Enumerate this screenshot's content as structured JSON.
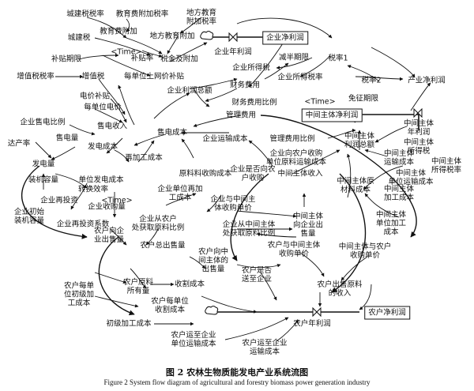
{
  "nodes": {
    "chengjian_shuilv": "城建税税率",
    "jiaoyu_fujia_shuilv": "教育费附加税率",
    "difang_jiaoyu_fujia_shuilv": "地方教育\n附加税率",
    "chengjian_shui": "城建税",
    "jiaoyufei_fujia": "教育费附加",
    "difang_jiaoyu_fujia": "地方教育附加",
    "qiye_jinglirun": "企业净利润",
    "time_1": "<Time>",
    "butie_qixian": "补贴期限",
    "butie_lv": "补贴率",
    "shuijin_fujia": "税金及附加",
    "qiye_nian_lirun": "企业年利润",
    "jianban_qixian": "减半期限",
    "shuilv_1": "税率1",
    "zengzhishui_shuilv": "增值税税率",
    "zengzhishui": "增值税",
    "danwei_jiawei_butie": "每单位上网价补贴",
    "qiye_suodeshui": "企业所得税",
    "qiye_suodeshui_lv": "企业所得税率",
    "shuilv_2": "税率2",
    "chanye_jinglirun": "产业净利润",
    "dianjia_butie": "电价补贴",
    "qiye_lirun_zonge": "企业利润总额",
    "caiwu_feiyong": "财务费用",
    "time_2": "<Time>",
    "mianzheng_qixian": "免征期限",
    "danwei_dianjia": "每单位电价",
    "caiwu_feiyong_bili": "财务费用比例",
    "zhongjian_jinglirun": "中间主体净利润",
    "qiye_shoudian_bili": "企业售电比例",
    "shoudian_shouru": "售电收入",
    "guanli_feiyong": "管理费用",
    "zhongjian_nian_lirun": "中间主体\n年利润",
    "shoudian_liang": "售电量",
    "shoudian_chengben": "售电成本",
    "qiye_yunshu_chengben": "企业运输成本",
    "guanli_feiyong_bili": "管理费用比例",
    "zhongjian_lirun_zonge": "中间主体\n利润总额",
    "zhongjian_suodeshui": "中间主体\n所得税",
    "dachan_lv": "达产率",
    "fadian_chengben": "发电成本",
    "zhongjian_suodeshui_lv": "中间主体\n所得税率",
    "zhongjian_yunshu_chengben": "中间主体\n运输成本",
    "fadian_liang": "发电量",
    "zai_jiagong_chengben": "再加工成本",
    "qiye_xiang_nonghu_danwei_yunshu": "企业向农户收购\n单位原料运输成本",
    "zhongjian_danwei_yunshu": "中间主体\n单位运输成本",
    "yuanliao_shougou_chengben": "原料料收购成本",
    "shifou_xiang_nonghu": "企业是否向农\n户收购",
    "zhongjian_zhuti_shouru": "中间主体收入",
    "zhongjian_yuanliao_chengben": "中间主体原\n材料成本",
    "zhuangji_rongliang": "装机容量",
    "danwei_fadian_chengben": "单位发电成本",
    "zhuanhuan_xiaolv": "转换效率",
    "qiye_danwei_zaijiagong": "企业单位再加\n工成本",
    "zhongjian_jiagong_chengben": "中间主体\n加工成本",
    "qiye_zaitouzi": "企业再投资",
    "time_3": "<Time>",
    "qiye_yu_zhongjian_danjia": "企业与中间主\n体收购单价",
    "zhongjian_danwei_jiagong": "中间主体\n单位加工\n成本",
    "qiye_chushi_zhuangji": "企业初始\n装机容量",
    "qiye_zaitouzi_xishu": "企业再投资系数",
    "qiye_shougou_liang": "企业收购量",
    "qiye_cong_nonghu_bili": "企业从农户\n处获取原料比例",
    "qiye_cong_zhongjian_bili": "企业从中间主体\n处获取原料比例",
    "zhongjian_xiang_qiye_chushou": "中间主体\n向企业出\n售量",
    "nonghu_xiang_qiye_chushou": "农户向企\n业出售量",
    "nonghu_zong_chushou": "农户总出售量",
    "nonghu_xiang_zhongjian_chushou": "农户向中\n间主体的\n出售量",
    "nonghu_yu_zhongjian_danjia": "农户与中间主体\n收购单价",
    "zhongjian_yu_nonghu_danjia": "中间主体与农户\n收购单价",
    "nonghu_yuanliao_yiyou": "农户原料\n所有量",
    "shouge_chengben": "收割成本",
    "nonghu_shifou_song": "农户是否\n送至企业",
    "nonghu_chushou_shouru": "农户出售原料\n的收入",
    "nonghu_danwei_chuji": "农户每单\n位初级加\n工成本",
    "nonghu_danwei_shouge": "农户每单位\n收割成本",
    "chuji_jiagong_chengben": "初级加工成本",
    "nonghu_nian_lirun": "农户年利润",
    "nonghu_jinglirun": "农户净利润",
    "nonghu_yun_qiye_danwei": "农户运至企业\n单位运输成本",
    "nonghu_yun_qiye_chengben": "农户运至企业\n运输成本"
  },
  "caption": {
    "chinese": "图 2    农林生物质能发电产业系统流图",
    "english": "Figure 2    System flow diagram of agricultural and forestry biomass power generation industry"
  }
}
